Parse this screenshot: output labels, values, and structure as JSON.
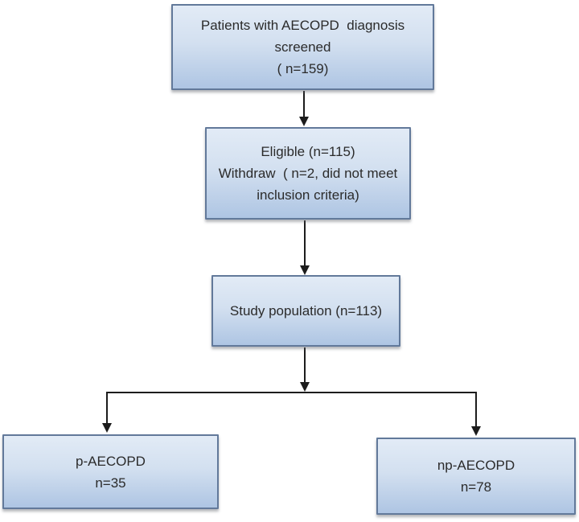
{
  "flowchart": {
    "type": "patient-screening-flow-diagram",
    "boxes": {
      "screened": {
        "lines": [
          "Patients with AECOPD  diagnosis",
          "screened",
          "( n=159)"
        ]
      },
      "eligible": {
        "lines": [
          "Eligible (n=115)",
          "Withdraw  ( n=2, did not meet",
          "inclusion criteria)"
        ]
      },
      "study_population": {
        "lines": [
          "Study population (n=113)"
        ]
      },
      "p_aecopd": {
        "lines": [
          "p-AECOPD",
          "n=35"
        ]
      },
      "np_aecopd": {
        "lines": [
          "np-AECOPD",
          "n=78"
        ]
      }
    },
    "colors": {
      "box_fill_top": "#e2ebf6",
      "box_fill_bottom": "#aec5e3",
      "box_border": "#62799a",
      "arrow": "#1c1c1c",
      "text": "#2b2b2b",
      "background": "#ffffff"
    }
  }
}
